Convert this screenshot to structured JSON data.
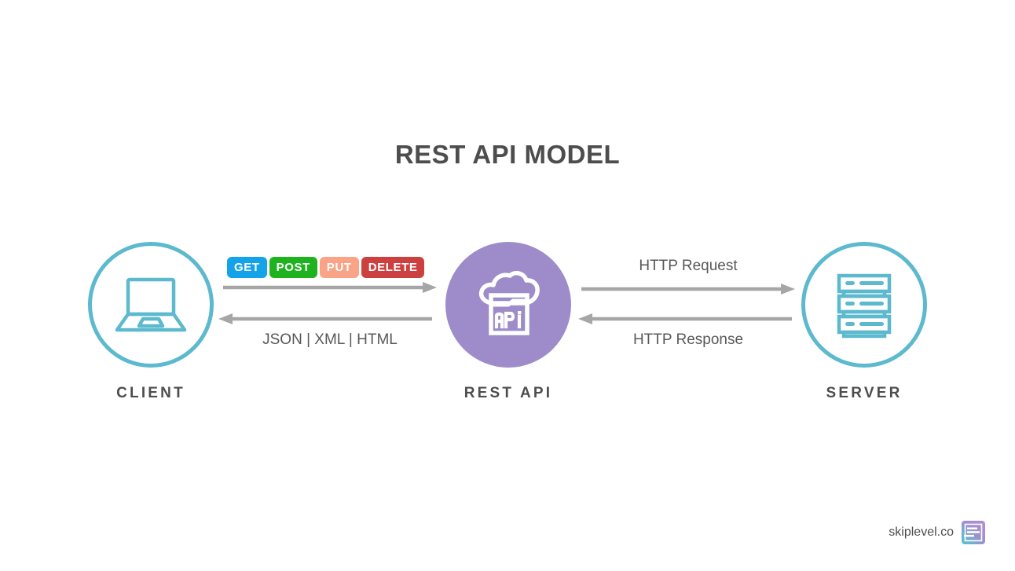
{
  "page": {
    "title": "REST API MODEL",
    "background": "#ffffff"
  },
  "colors": {
    "circle_stroke": "#5cb9ce",
    "api_circle_fill": "#9d8cc9",
    "arrow": "#a6a6a6",
    "text_dark": "#4d4d4d",
    "text_body": "#595959",
    "badge_get": "#14a2e8",
    "badge_post": "#1eb21e",
    "badge_put": "#f9a387",
    "badge_delete": "#cd4040"
  },
  "nodes": [
    {
      "id": "client",
      "label": "CLIENT",
      "icon": "laptop-icon"
    },
    {
      "id": "rest-api",
      "label": "REST API",
      "icon": "api-cloud-icon"
    },
    {
      "id": "server",
      "label": "SERVER",
      "icon": "server-rack-icon"
    }
  ],
  "methods": [
    {
      "label": "GET",
      "color": "#14a2e8"
    },
    {
      "label": "POST",
      "color": "#1eb21e"
    },
    {
      "label": "PUT",
      "color": "#f9a387"
    },
    {
      "label": "DELETE",
      "color": "#cd4040"
    }
  ],
  "edges": [
    {
      "id": "client-to-api",
      "direction": "right",
      "above_label": "",
      "below_label": "",
      "from": "client",
      "to": "rest-api"
    },
    {
      "id": "api-to-client",
      "direction": "left",
      "label": "JSON | XML | HTML",
      "from": "rest-api",
      "to": "client"
    },
    {
      "id": "api-to-server",
      "direction": "right",
      "label": "HTTP Request",
      "from": "rest-api",
      "to": "server"
    },
    {
      "id": "server-to-api",
      "direction": "left",
      "label": "HTTP Response",
      "from": "server",
      "to": "rest-api"
    }
  ],
  "labels": {
    "json_xml_html": "JSON | XML | HTML",
    "http_request": "HTTP Request",
    "http_response": "HTTP Response"
  },
  "footer": {
    "text": "skiplevel.co",
    "logo": "skiplevel-logo-icon"
  }
}
